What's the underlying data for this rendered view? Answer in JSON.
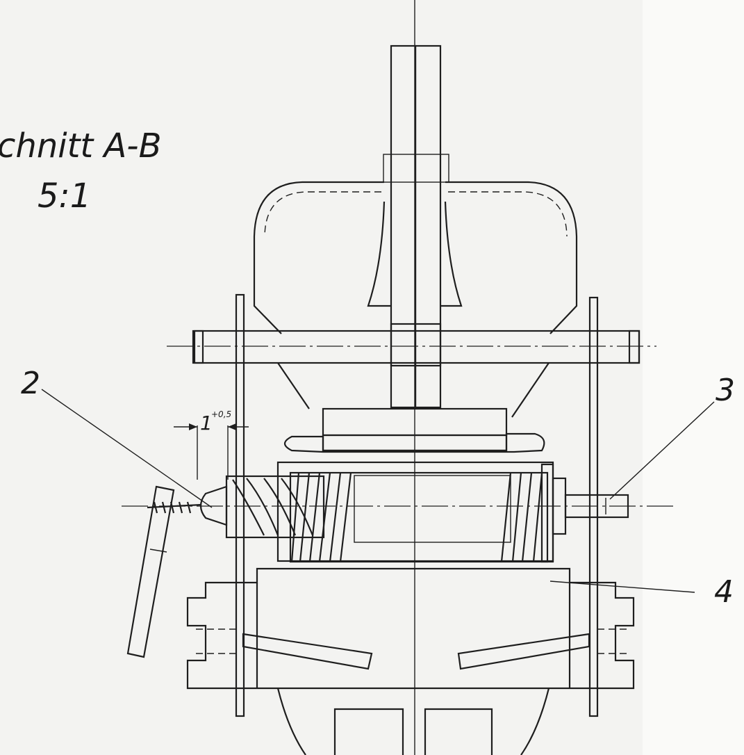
{
  "title": "chnitt  A-B",
  "scale": "5:1",
  "dimension": {
    "value": "1",
    "tolerance": "+0,5"
  },
  "callouts": [
    {
      "id": "part-2",
      "label": "2"
    },
    {
      "id": "part-3",
      "label": "3"
    },
    {
      "id": "part-4",
      "label": "4"
    }
  ]
}
